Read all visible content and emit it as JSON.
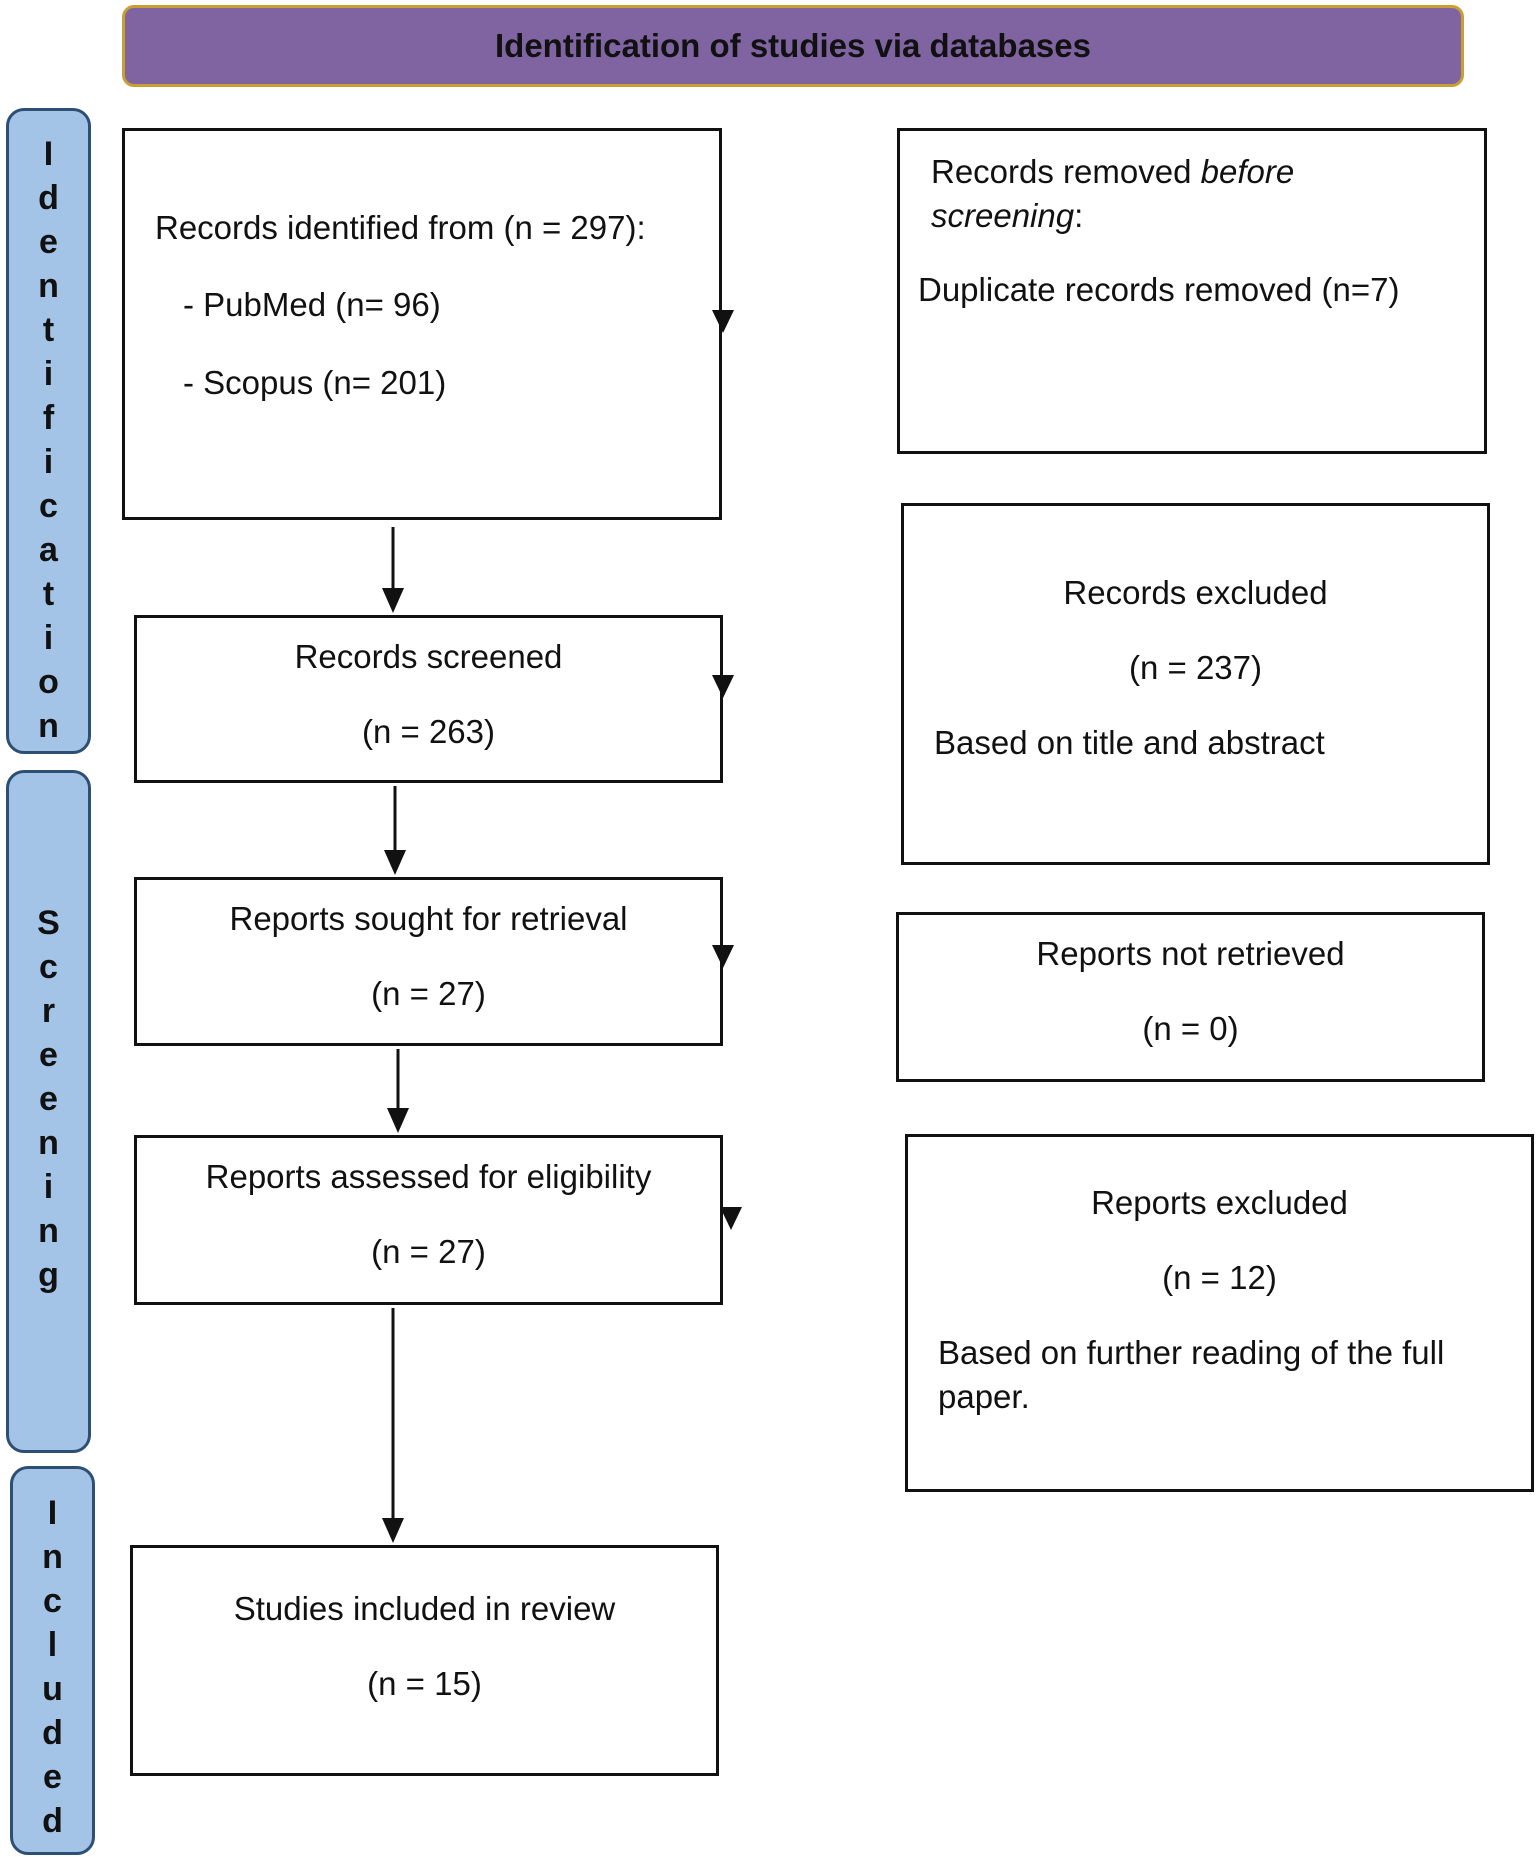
{
  "header": {
    "title": "Identification of studies via databases"
  },
  "stages": [
    {
      "letters": [
        "I",
        "d",
        "e",
        "n",
        "t",
        "i",
        "f",
        "i",
        "c",
        "a",
        "t",
        "i",
        "o",
        "n"
      ]
    },
    {
      "letters": [
        "S",
        "c",
        "r",
        "e",
        "e",
        "n",
        "i",
        "n",
        "g"
      ]
    },
    {
      "letters": [
        "I",
        "n",
        "c",
        "l",
        "u",
        "d",
        "e",
        "d"
      ]
    }
  ],
  "boxes": {
    "identified": {
      "title": "Records identified from (n = 297):",
      "item1": "- PubMed (n= 96)",
      "item2": "- Scopus (n= 201)"
    },
    "removed": {
      "title_pre": "Records removed ",
      "title_em": "before",
      "title_em2": "screening",
      "title_post": ":",
      "item1": "Duplicate records removed (n=7)"
    },
    "screened": {
      "title": "Records screened",
      "count": "(n = 263)"
    },
    "excluded": {
      "title": "Records excluded",
      "count": "(n = 237)",
      "note": "Based on title and abstract"
    },
    "sought": {
      "title": "Reports sought for retrieval",
      "count": "(n = 27)"
    },
    "not_retrieved": {
      "title": "Reports not retrieved",
      "count": "(n = 0)"
    },
    "assessed": {
      "title": "Reports assessed for eligibility",
      "count": "(n = 27)"
    },
    "reports_excluded": {
      "title": "Reports excluded",
      "count": "(n = 12)",
      "note1": "Based on further reading of the full",
      "note2": "paper."
    },
    "included": {
      "title": "Studies included in review",
      "count": "(n = 15)"
    }
  },
  "colors": {
    "header_fill": "#8064a2",
    "header_border": "#c8a032",
    "stage_fill": "#a3c4e6",
    "stage_border": "#2e4f74",
    "box_border": "#111111"
  }
}
